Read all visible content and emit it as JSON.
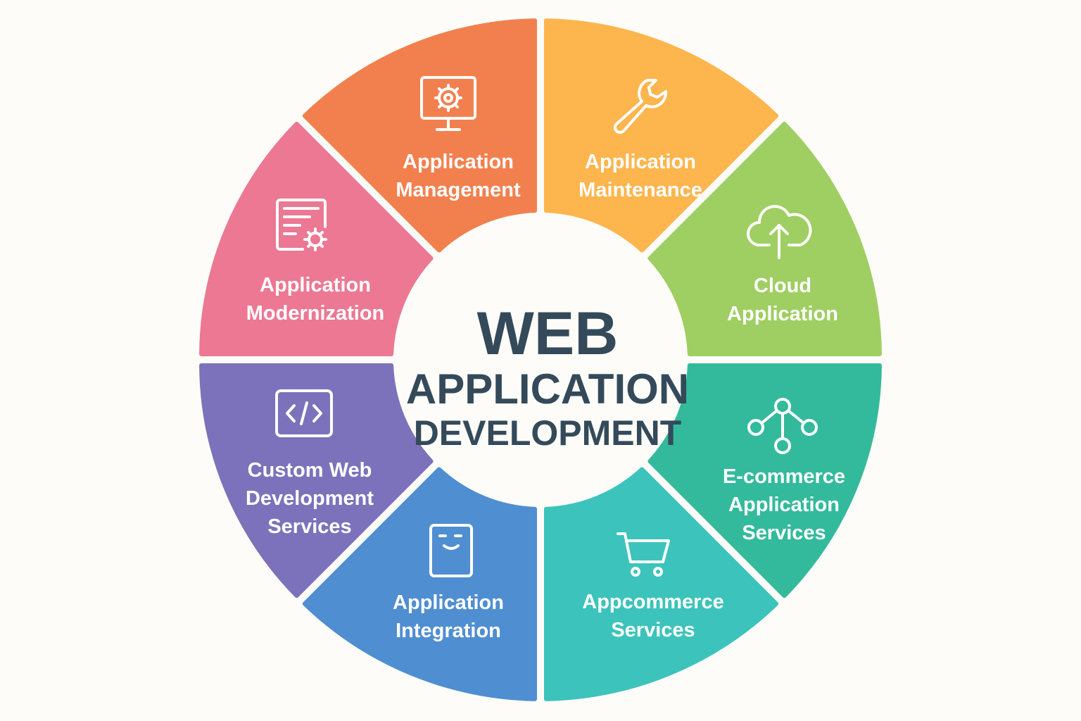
{
  "center": {
    "line1": "WEB",
    "line2": "APPLICATION",
    "line3": "DEVELOPMENT"
  },
  "segments": [
    {
      "id": "maintenance",
      "lines": [
        "Application",
        "Maintenance"
      ],
      "color": "#FDB54E",
      "icon": "wrench-icon"
    },
    {
      "id": "cloud",
      "lines": [
        "Cloud",
        "Application"
      ],
      "color": "#9FCE62",
      "icon": "cloud-upload-icon"
    },
    {
      "id": "ecommerce",
      "lines": [
        "E-commerce",
        "Application",
        "Services"
      ],
      "color": "#33BA9C",
      "icon": "network-nodes-icon"
    },
    {
      "id": "appcommerce",
      "lines": [
        "Appcommerce",
        "Services"
      ],
      "color": "#3CC3BC",
      "icon": "shopping-cart-icon"
    },
    {
      "id": "integration",
      "lines": [
        "Application",
        "Integration"
      ],
      "color": "#4F8ED0",
      "icon": "tablet-smile-icon"
    },
    {
      "id": "custom",
      "lines": [
        "Custom Web",
        "Development",
        "Services"
      ],
      "color": "#7B72BB",
      "icon": "code-icon"
    },
    {
      "id": "modernization",
      "lines": [
        "Application",
        "Modernization"
      ],
      "color": "#EC7893",
      "icon": "document-gear-icon"
    },
    {
      "id": "management",
      "lines": [
        "Application",
        "Management"
      ],
      "color": "#F2804E",
      "icon": "monitor-gear-icon"
    }
  ]
}
